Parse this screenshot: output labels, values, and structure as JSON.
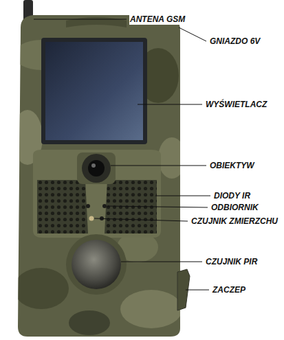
{
  "diagram": {
    "labels": [
      "ANTENA GSM",
      "GNIAZDO 6V",
      "WYŚWIETLACZ",
      "OBIEKTYW",
      "DIODY IR",
      "ODBIORNIK",
      "CZUJNIK ZMIERZCHU",
      "CZUJNIK PIR",
      "ZACZEP"
    ]
  }
}
